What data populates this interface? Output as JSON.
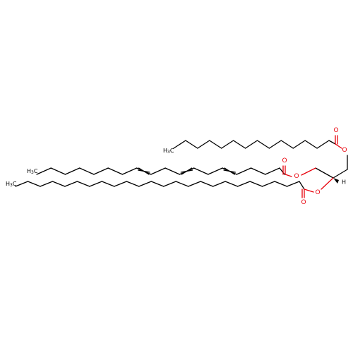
{
  "molecule": {
    "atom_labels": {
      "oxygen": "O",
      "hydrogen": "H",
      "methyl_c": "H",
      "methyl_sub": "3",
      "methyl_tail": "C"
    },
    "colors": {
      "bond": "#000000",
      "oxygen": "#e8000b",
      "background": "#ffffff"
    },
    "chains": [
      {
        "name": "myristoyl",
        "carbons": 14
      },
      {
        "name": "octadecatrienoyl",
        "carbons": 18,
        "cis_double_bonds": 3
      },
      {
        "name": "behenoyl",
        "carbons": 22
      }
    ],
    "stereocenter": "wedge bond to H on glycerol C2"
  }
}
